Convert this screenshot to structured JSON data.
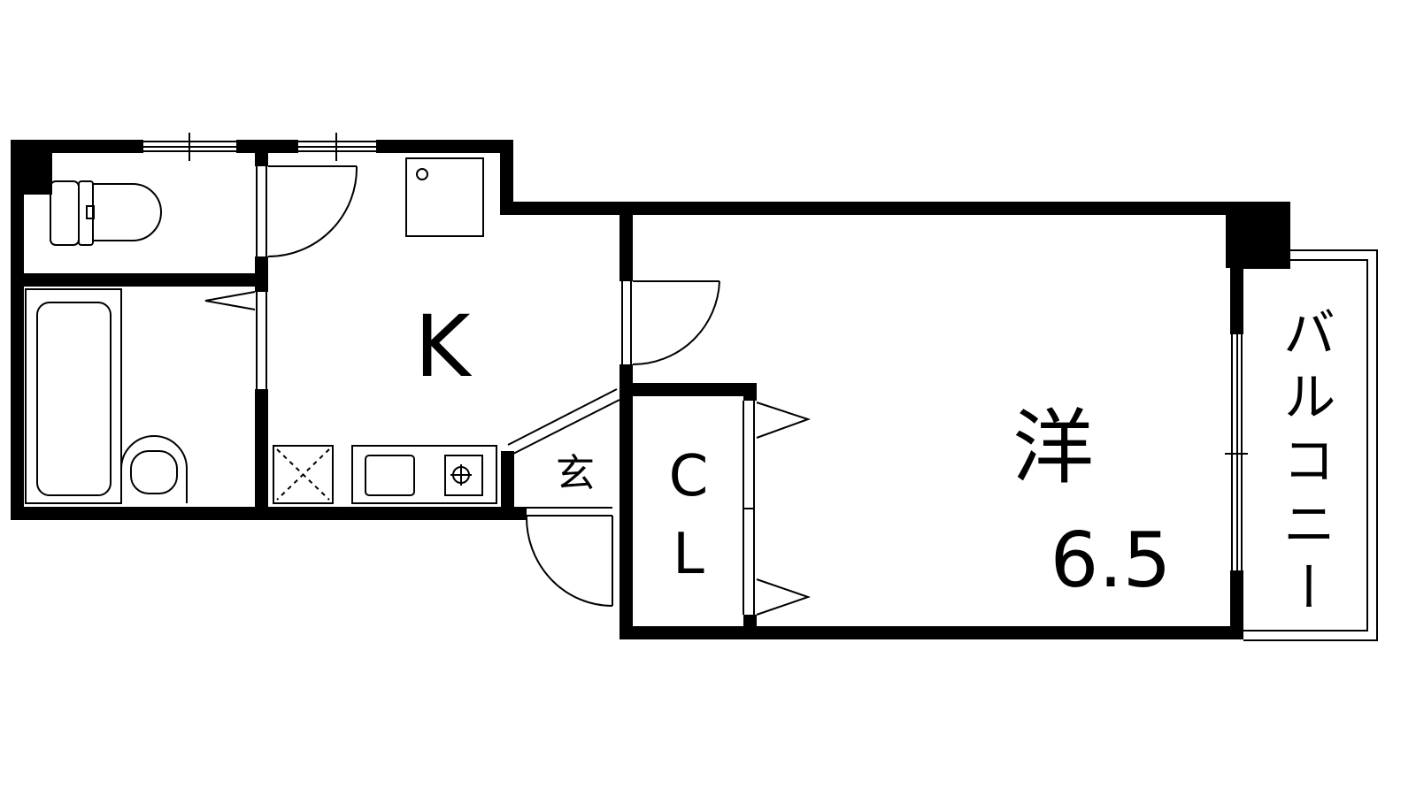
{
  "floorplan": {
    "rooms": {
      "kitchen": {
        "label": "K"
      },
      "western_room": {
        "label": "洋",
        "size": "6.5"
      },
      "closet": {
        "label_top": "C",
        "label_bottom": "L"
      },
      "entrance": {
        "label": "玄"
      },
      "balcony": {
        "label": "バルコニー"
      }
    },
    "fixtures": [
      "toilet-icon",
      "bathtub-icon",
      "washbasin-icon",
      "refrigerator-space-icon",
      "sink-icon",
      "stove-icon",
      "washing-machine-space-icon"
    ],
    "colors": {
      "wall": "#000000",
      "line": "#000000",
      "background": "#ffffff"
    }
  }
}
